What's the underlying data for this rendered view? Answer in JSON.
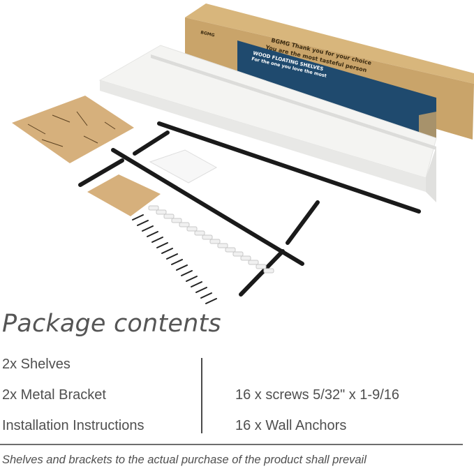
{
  "photo": {
    "box": {
      "brand": "BGMG",
      "line1": "BGMG Thank you for your choice",
      "line2": "You are the most tasteful person",
      "label1": "WOOD FLOATING SHELVES",
      "label2": "For the one you love the most"
    },
    "colors": {
      "cardboard": "#c9a46a",
      "box_panel": "#1f4a6e",
      "shelf": "#f4f4f2",
      "bracket": "#1a1a1a",
      "paper": "#d6b07c"
    }
  },
  "content": {
    "title": "Package contents",
    "left_items": [
      "2x Shelves",
      "2x Metal Bracket",
      "Installation Instructions"
    ],
    "right_items": [
      "16 x screws 5/32\" x 1-9/16",
      "16 x Wall Anchors"
    ],
    "footnote": "Shelves and brackets to the actual purchase of the product shall prevail"
  }
}
